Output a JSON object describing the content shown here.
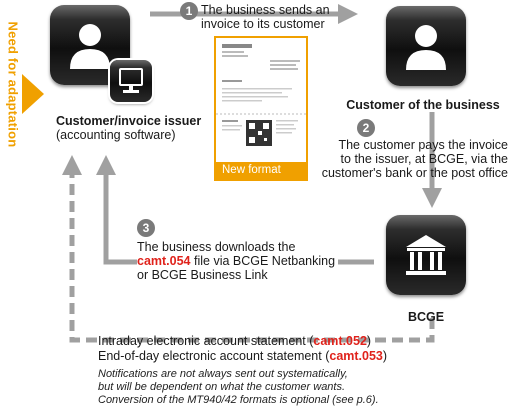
{
  "side_label": "Need for adaptation",
  "nodes": {
    "issuer": {
      "title": "Customer/invoice issuer",
      "subtitle": "(accounting software)"
    },
    "customer": {
      "title": "Customer of the business"
    },
    "bank": {
      "title": "BCGE"
    }
  },
  "invoice": {
    "caption": "New format"
  },
  "steps": [
    {
      "number": "1",
      "lines": [
        "The business sends an",
        "invoice to its customer"
      ]
    },
    {
      "number": "2",
      "lines": [
        "The customer pays the invoice",
        "to the issuer, at BCGE, via the",
        "customer's bank or the post office"
      ]
    },
    {
      "number": "3",
      "line1": "The business downloads the",
      "line2_code": "camt.054",
      "line2_rest": " file via BCGE Netbanking",
      "line3": "or BCGE Business Link"
    }
  ],
  "statements": {
    "intraday_prefix": "Intraday electronic account statement (",
    "intraday_code": "camt.052",
    "intraday_suffix": ")",
    "endofday_prefix": "End-of-day electronic account statement (",
    "endofday_code": "camt.053",
    "endofday_suffix": ")"
  },
  "notes": [
    "Notifications are not always sent out systematically,",
    "but will be dependent on what the customer wants.",
    "Conversion of the MT940/42 formats is optional (see p.6)."
  ],
  "colors": {
    "accent": "#f0a000",
    "highlight": "#e0221b",
    "arrow": "#9a9a9a",
    "step_badge": "#7a7a7a"
  }
}
